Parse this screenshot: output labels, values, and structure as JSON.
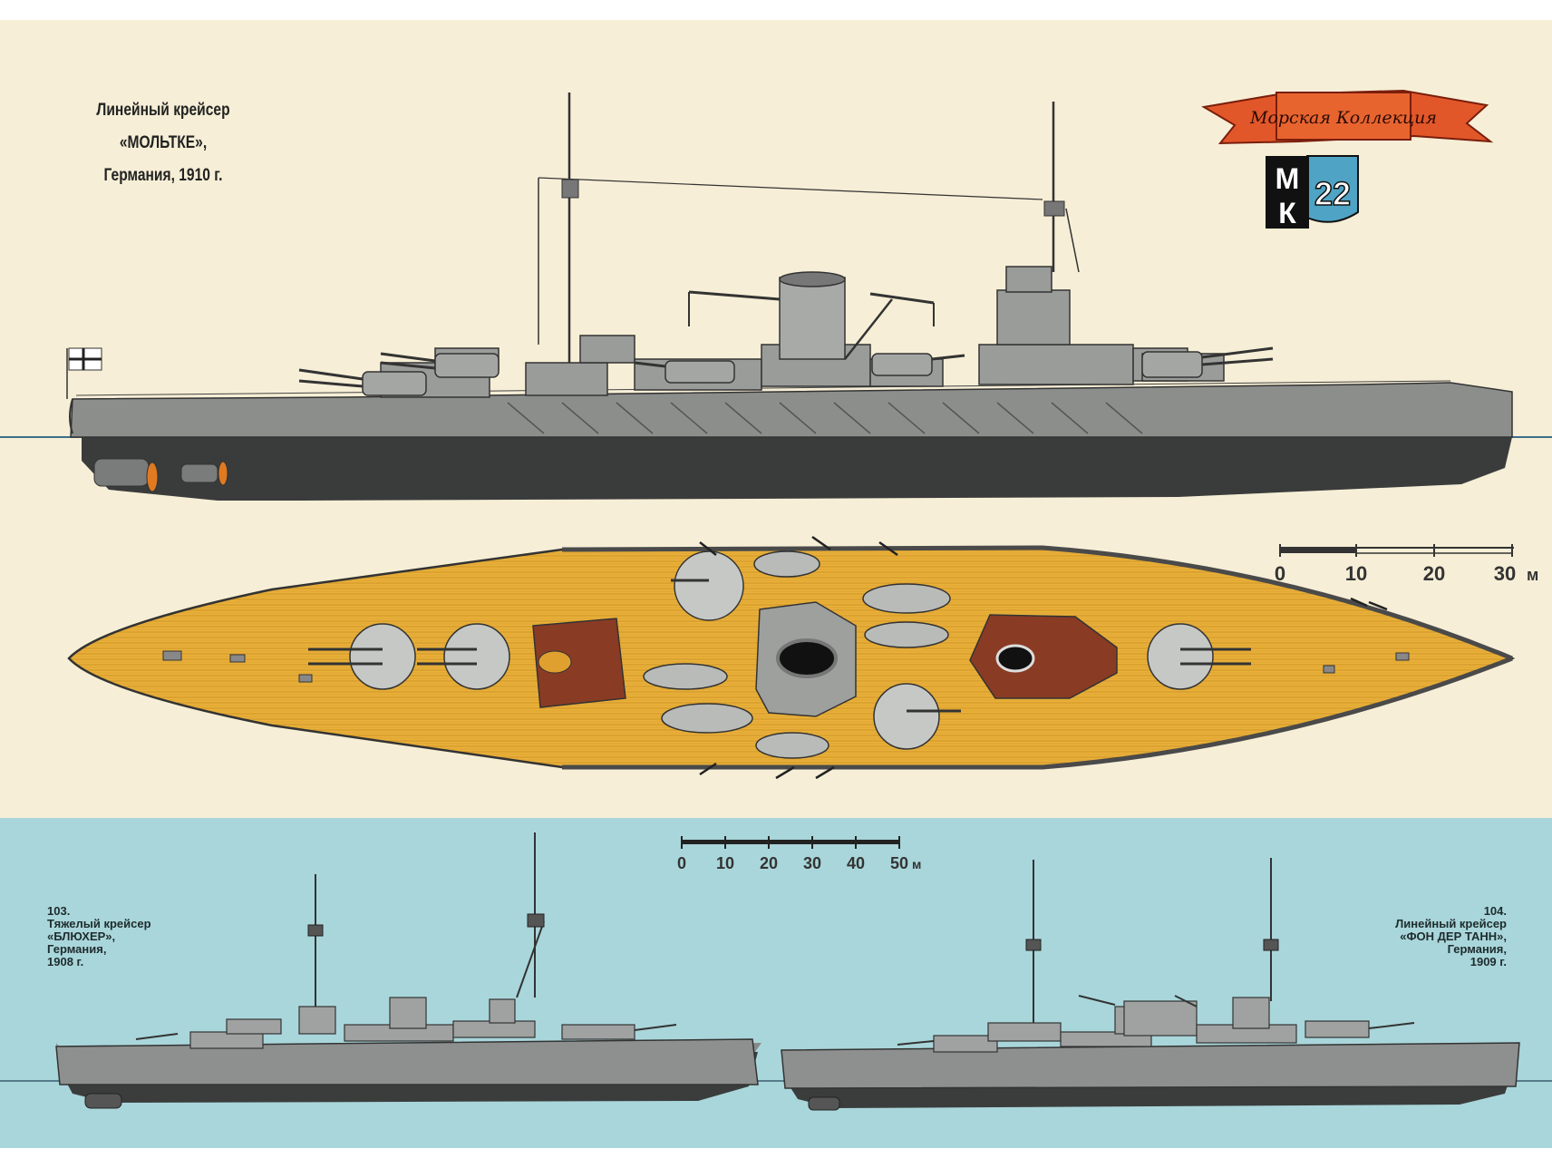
{
  "main_title": {
    "line1": "Линейный крейсер",
    "line2": "«МОЛЬТКЕ»,",
    "line3": "Германия, 1910 г."
  },
  "badge": {
    "banner_text": "Морская Коллекция",
    "letters_top": "М",
    "letters_bottom": "К",
    "number": "22"
  },
  "scale_top": {
    "labels": [
      "0",
      "10",
      "20",
      "30"
    ],
    "unit": "м"
  },
  "scale_bottom": {
    "labels": [
      "0",
      "10",
      "20",
      "30",
      "40",
      "50"
    ],
    "unit": "м"
  },
  "ship_left": {
    "number": "103.",
    "line1": "Тяжелый крейсер",
    "line2": "«БЛЮХЕР»,",
    "line3": "Германия,",
    "line4": "1908 г."
  },
  "ship_right": {
    "number": "104.",
    "line1": "Линейный крейсер",
    "line2": "«ФОН ДЕР ТАНН»,",
    "line3": "Германия,",
    "line4": "1909 г."
  },
  "colors": {
    "background_top": "#f6eed6",
    "background_bottom": "#a9d6da",
    "hull_upper": "#8c8e8c",
    "hull_lower": "#3a3c3c",
    "deck": "#e9b13a",
    "banner": "#e2572a",
    "shield": "#4fa3c4"
  }
}
